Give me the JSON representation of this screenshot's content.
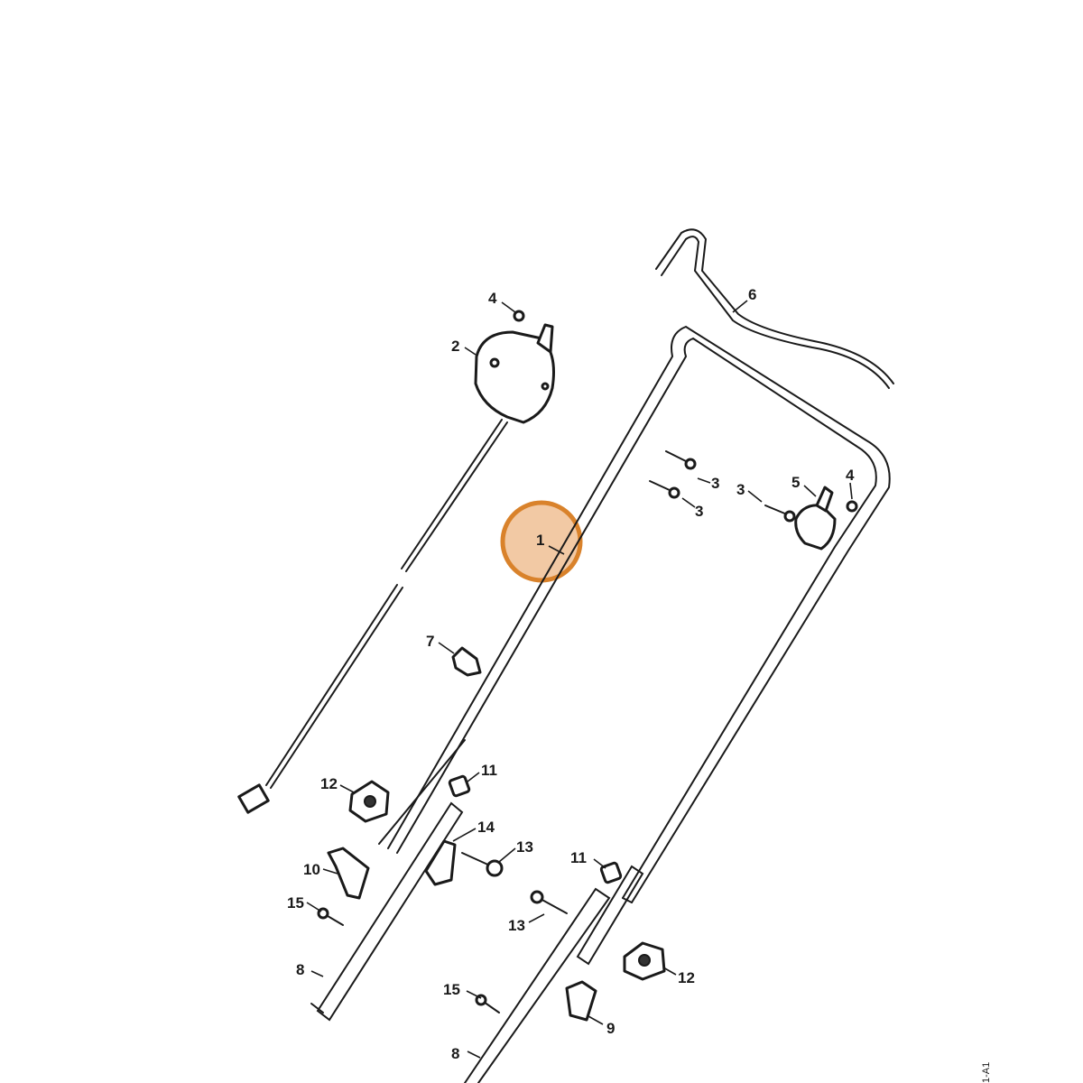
{
  "highlight_color": "#d9822b",
  "highlight_fill": "#f2c9a4",
  "callouts": {
    "c1": "1",
    "c2": "2",
    "c3a": "3",
    "c3b": "3",
    "c3c": "3",
    "c4a": "4",
    "c4b": "4",
    "c5": "5",
    "c6": "6",
    "c7": "7",
    "c8a": "8",
    "c8b": "8",
    "c9": "9",
    "c10": "10",
    "c11a": "11",
    "c11b": "11",
    "c12a": "12",
    "c12b": "12",
    "c13a": "13",
    "c13b": "13",
    "c14": "14",
    "c15a": "15",
    "c15b": "15"
  },
  "corner_ref": "1-A1"
}
